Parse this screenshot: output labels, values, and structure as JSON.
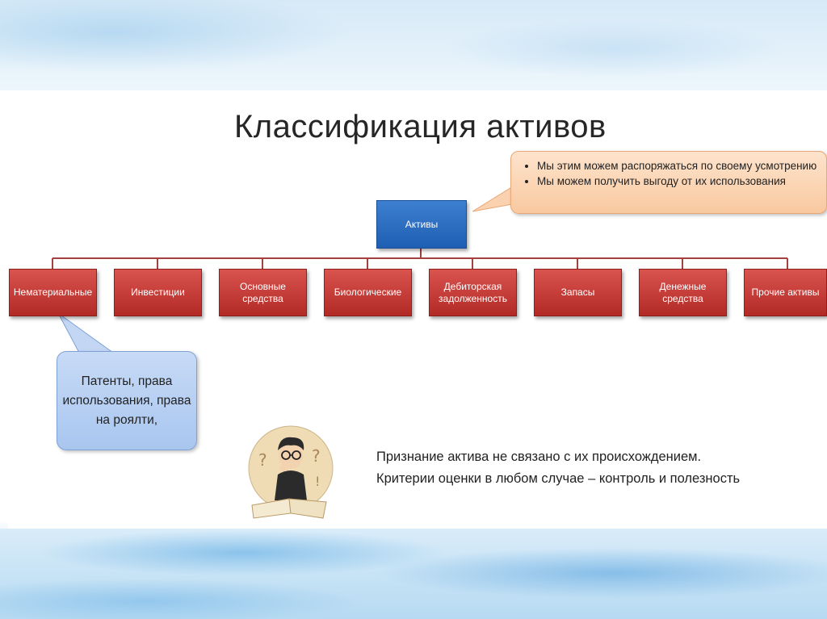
{
  "title": "Классификация активов",
  "callout_top": {
    "bullets": [
      "Мы этим можем распоряжаться по своему усмотрению",
      "Мы можем получить выгоду от их использования"
    ]
  },
  "root": "Активы",
  "categories": [
    "Нематериальные",
    "Инвестиции",
    "Основные средства",
    "Биологические",
    "Дебиторская задолженность",
    "Запасы",
    "Денежные средства",
    "Прочие активы"
  ],
  "callout_left": "Патенты, права использования, права на роялти,",
  "note": {
    "line1": "Признание актива не связано с их происхождением.",
    "line2": "Критерии оценки в любом случае – контроль и полезность"
  },
  "colors": {
    "root_fill": "#2a6cc2",
    "node_fill": "#c43c37",
    "callout_top_fill": "#fbd5b5",
    "callout_left_fill": "#b7d0f2",
    "connector": "#a3413d"
  }
}
